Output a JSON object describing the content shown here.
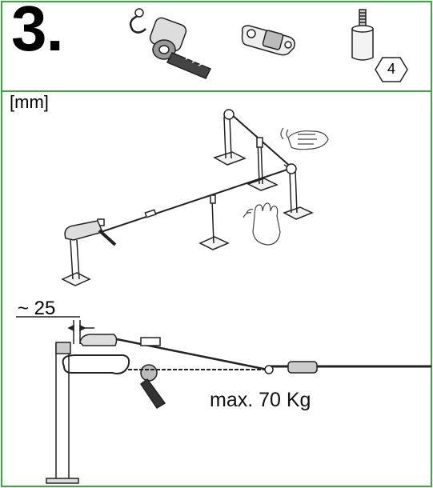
{
  "step": {
    "number": "3."
  },
  "parts": [
    {
      "name": "ratchet-tensioner",
      "icon": "winch-icon"
    },
    {
      "name": "cable-clamp",
      "icon": "clamp-icon"
    },
    {
      "name": "threaded-spacer",
      "icon": "bolt-icon",
      "count_label": "4"
    }
  ],
  "diagram": {
    "unit_label": "[mm]",
    "offset_label": "~ 25",
    "load_label": "max. 70 Kg"
  },
  "colors": {
    "border": "#3aa83a",
    "line": "#000000"
  }
}
